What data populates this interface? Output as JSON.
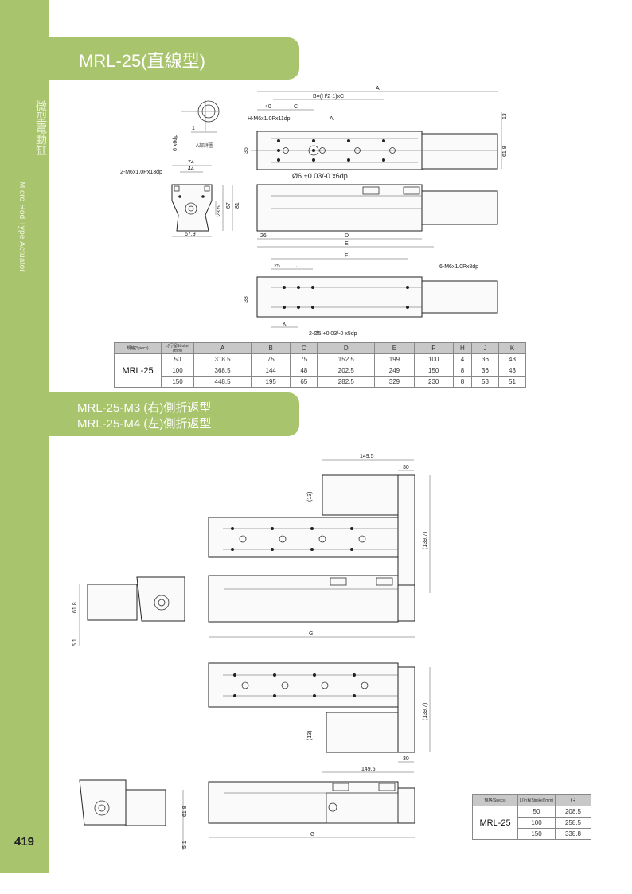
{
  "sidebar": {
    "title_cn": "微型電動缸",
    "title_en": "Micro Rod Type Actuator",
    "page_number": "419"
  },
  "section1": {
    "title": "MRL-25(直線型)",
    "labels": {
      "A": "A",
      "B": "B=(H/2-1)xC",
      "forty": "40",
      "C": "C",
      "H_hole": "H-M6x1.0Px11dp",
      "A_mark": "A",
      "dim13": "13",
      "dim61_8": "61.8",
      "dim36": "36",
      "pin_hole": "Ø6 +0.03/-0 x6dp",
      "detail_depth": "6 x6dp",
      "detail_1": "1",
      "detail_title": "A部詳圖",
      "dim74": "74",
      "dim44": "44",
      "end_hole": "2-M6x1.0Px13dp",
      "dim23_5": "23.5",
      "dim67": "67",
      "dim81": "81",
      "dim67_9": "67.9",
      "dim26": "26",
      "D": "D",
      "E": "E",
      "F": "F",
      "dim25": "25",
      "J": "J",
      "bottom_hole": "6-M6x1.0Px8dp",
      "dim38": "38",
      "K": "K",
      "bottom_pin": "2-Ø5 +0.03/-0 x5dp"
    },
    "table": {
      "headers": [
        "規格(Specs)",
        "L(行程Stroke)(mm)",
        "A",
        "B",
        "C",
        "D",
        "E",
        "F",
        "H",
        "J",
        "K"
      ],
      "model": "MRL-25",
      "rows": [
        [
          "50",
          "318.5",
          "75",
          "75",
          "152.5",
          "199",
          "100",
          "4",
          "36",
          "43"
        ],
        [
          "100",
          "368.5",
          "144",
          "48",
          "202.5",
          "249",
          "150",
          "8",
          "36",
          "43"
        ],
        [
          "150",
          "448.5",
          "195",
          "65",
          "282.5",
          "329",
          "230",
          "8",
          "53",
          "51"
        ]
      ]
    }
  },
  "section2": {
    "title_line1": "MRL-25-M3 (右)側折返型",
    "title_line2": "MRL-25-M4 (左)側折返型",
    "labels": {
      "dim149_5_top": "149.5",
      "dim30_top": "30",
      "dim13_top": "(13)",
      "dim139_7_top": "(139.7)",
      "dim61_8_a": "61.8",
      "dim5_1_a": "5.1",
      "G_a": "G",
      "dim139_7_bot": "(139.7)",
      "dim13_bot": "(13)",
      "dim30_bot": "30",
      "dim149_5_bot": "149.5",
      "dim61_8_b": "61.8",
      "dim5_1_b": "5.1",
      "G_b": "G"
    },
    "table": {
      "headers": [
        "規格(Specs)",
        "L(行程Stroke)(mm)",
        "G"
      ],
      "model": "MRL-25",
      "rows": [
        [
          "50",
          "208.5"
        ],
        [
          "100",
          "258.5"
        ],
        [
          "150",
          "338.8"
        ]
      ]
    }
  }
}
